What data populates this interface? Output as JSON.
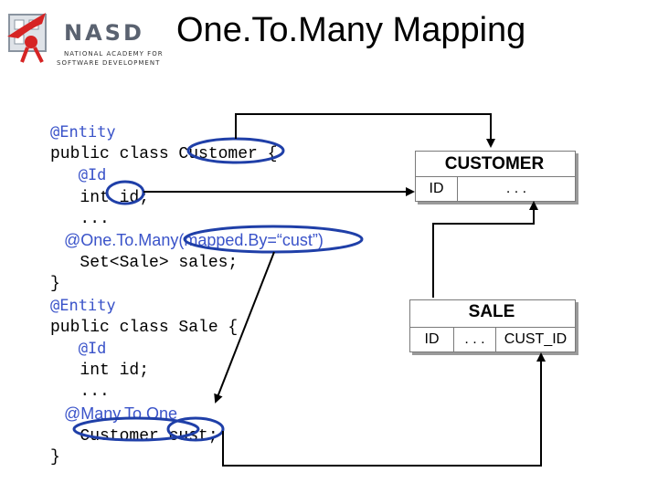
{
  "slide": {
    "title": "One.To.Many Mapping"
  },
  "logo": {
    "word": "NASD",
    "tagline_line1": "NATIONAL ACADEMY FOR",
    "tagline_line2": "SOFTWARE DEVELOPMENT"
  },
  "code": {
    "lines": [
      "@Entity",
      "public class Customer {",
      "   @Id",
      "   int id;",
      "   ...",
      "   @One.To.Many(mapped.By=“cust”)",
      "   Set<Sale> sales;",
      "}",
      "@Entity",
      "public class Sale {",
      "   @Id",
      "   int id;",
      "   ...",
      "   @Many.To.One",
      "   Customer cust;",
      "}"
    ]
  },
  "customer_table": {
    "title": "CUSTOMER",
    "columns": [
      "ID",
      ". . ."
    ]
  },
  "sale_table": {
    "title": "SALE",
    "columns": [
      "ID",
      ". . .",
      "CUST_ID"
    ]
  },
  "colors": {
    "annotation": "#3a53c9",
    "highlight": "#1f3fa8",
    "logo_red": "#d62424"
  }
}
